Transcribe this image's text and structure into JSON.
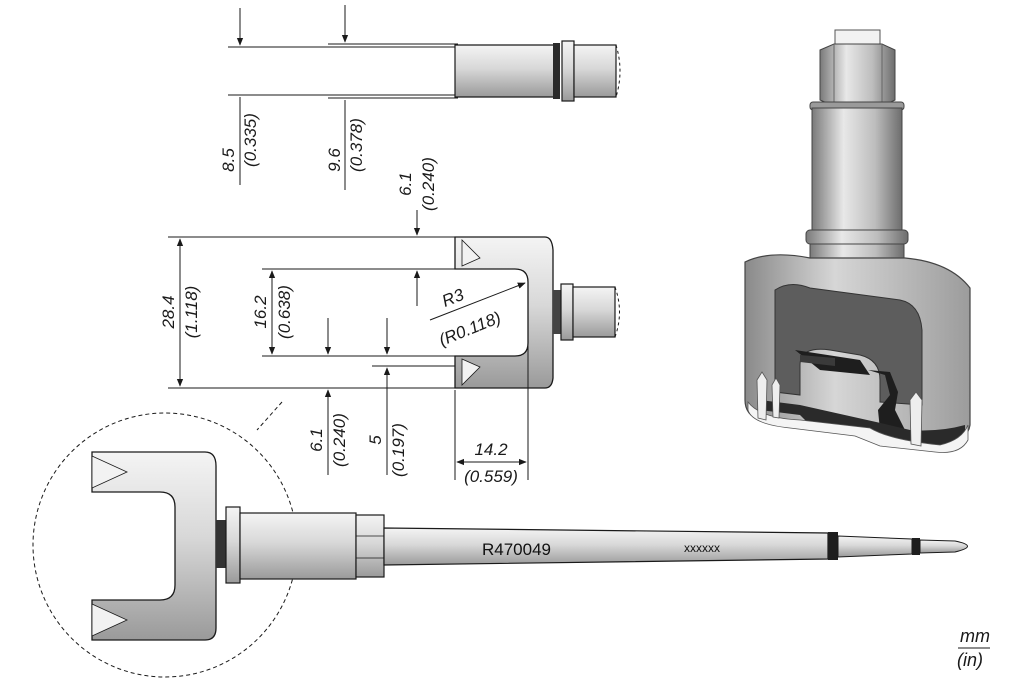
{
  "dimensions": {
    "d1": {
      "mm": "8.5",
      "in": "(0.335)"
    },
    "d2": {
      "mm": "9.6",
      "in": "(0.378)"
    },
    "d3": {
      "mm": "6.1",
      "in": "(0.240)"
    },
    "d4": {
      "mm": "28.4",
      "in": "(1.118)"
    },
    "d5": {
      "mm": "16.2",
      "in": "(0.638)"
    },
    "d6": {
      "mm": "R3",
      "in": "(R0.118)"
    },
    "d7": {
      "mm": "6.1",
      "in": "(0.240)"
    },
    "d8": {
      "mm": "5",
      "in": "(0.197)"
    },
    "d9": {
      "mm": "14.2",
      "in": "(0.559)"
    }
  },
  "part_number": "R470049",
  "serial_placeholder": "xxxxxx",
  "units": {
    "top": "mm",
    "bottom": "(in)"
  },
  "colors": {
    "line": "#1a1a1a",
    "metal_light": "#e6e6e6",
    "metal_mid": "#b8b8b8",
    "metal_dark": "#5a5a5a",
    "insert": "#222222"
  }
}
